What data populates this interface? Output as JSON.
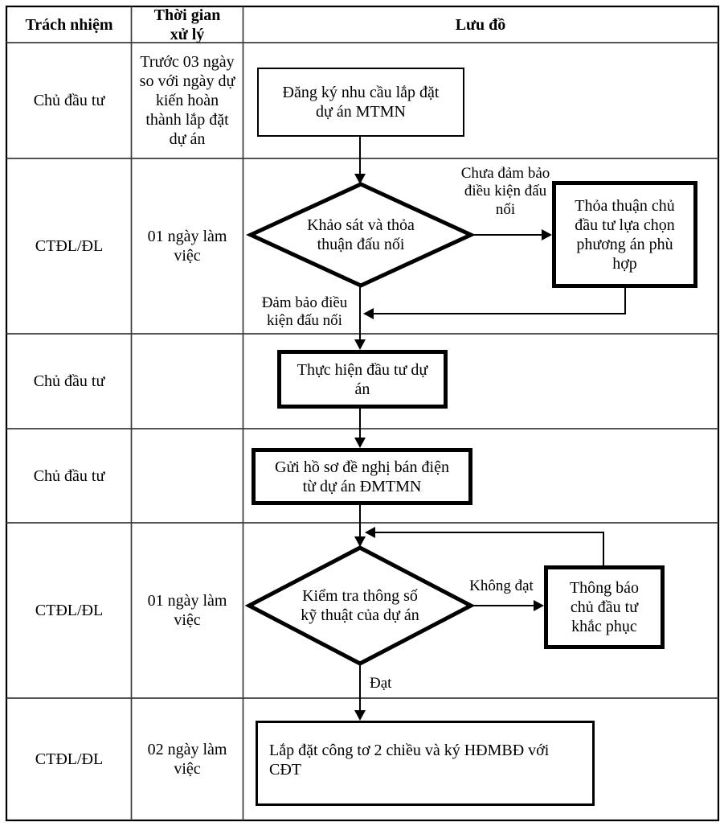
{
  "header": {
    "responsibility": "Trách nhiệm",
    "time": "Thời gian xử lý",
    "flow": "Lưu đồ"
  },
  "rows": [
    {
      "responsibility": "Chủ đầu tư",
      "time": "Trước 03 ngày so với ngày dự kiến hoàn thành lắp đặt dự án"
    },
    {
      "responsibility": "CTĐL/ĐL",
      "time": "01 ngày làm việc"
    },
    {
      "responsibility": "Chủ đầu tư",
      "time": ""
    },
    {
      "responsibility": "Chủ đầu tư",
      "time": ""
    },
    {
      "responsibility": "CTĐL/ĐL",
      "time": "01 ngày làm việc"
    },
    {
      "responsibility": "CTĐL/ĐL",
      "time": "02 ngày làm việc"
    }
  ],
  "flowchart": {
    "box_register": "Đăng ký nhu cầu lắp đặt dự án MTMN",
    "diamond_survey": "Khảo sát và thỏa thuận đấu nối",
    "label_not_connected": "Chưa đảm bảo điều kiện đấu nối",
    "box_agreement": "Thỏa thuận chủ đầu tư lựa chọn phương án phù hợp",
    "label_connected": "Đảm bảo điều kiện đấu nối",
    "box_invest": "Thực hiện đầu tư dự án",
    "box_send_dossier": "Gửi hồ sơ đề nghị bán điện từ dự án ĐMTMN",
    "diamond_check": "Kiểm tra thông số kỹ thuật của dự án",
    "label_fail": "Không đạt",
    "box_notify": "Thông báo chủ đầu tư khắc phục",
    "label_pass": "Đạt",
    "box_install": "Lắp đặt công tơ 2 chiều và ký HĐMBĐ với CĐT"
  },
  "colors": {
    "shape_line": "#000000",
    "table_line": "#3d3d3d",
    "background": "#ffffff"
  }
}
